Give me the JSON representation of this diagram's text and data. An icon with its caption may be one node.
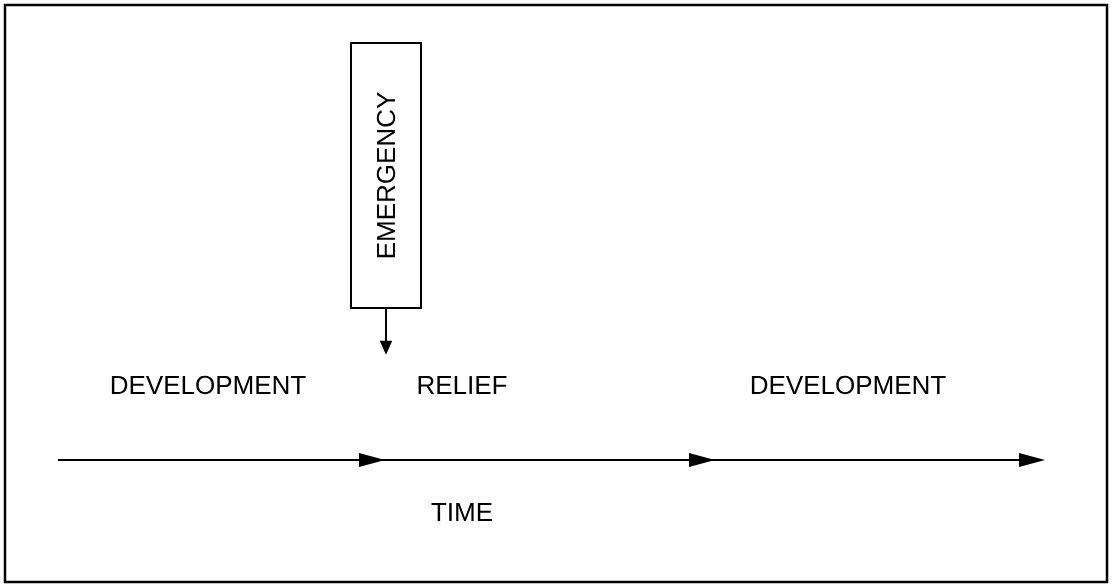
{
  "diagram": {
    "nodes": [
      {
        "text": [
          "EMERGENCY"
        ]
      },
      {
        "text": [
          "RELIEF"
        ]
      }
    ],
    "edges": [
      {
        "from": 0,
        "to": 1,
        "arrow": "to"
      }
    ],
    "labels": [
      "DEVELOPMENT",
      "DEVELOPMENT",
      "TIME"
    ]
  }
}
